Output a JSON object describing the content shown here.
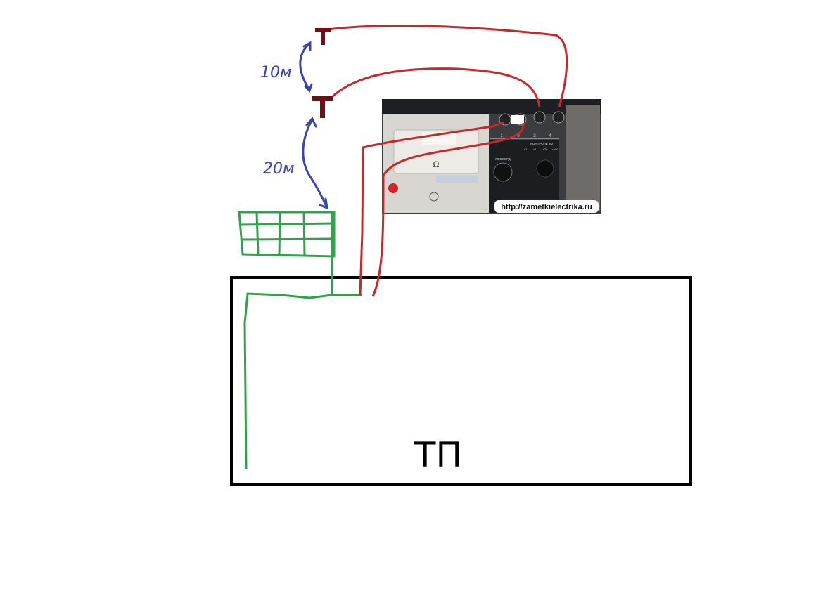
{
  "labels": {
    "distance_1": "10м",
    "distance_2": "20м",
    "substation": "ТП",
    "watermark": "http://zametkielectrika.ru"
  },
  "device": {
    "terminals": [
      "1",
      "2",
      "3",
      "4"
    ],
    "control_label": "КОНТРОЛЬ 5Ω",
    "ranges": [
      "×1",
      "×5",
      "×20",
      "×100"
    ],
    "knob_label": "РЕОХОРД",
    "ohm_symbol": "Ω"
  },
  "colors": {
    "wire_red": "#c8282c",
    "electrode": "#7a0a14",
    "ground_green": "#2ea44a",
    "arrow_blue": "#3a44b0",
    "box": "#000000"
  }
}
